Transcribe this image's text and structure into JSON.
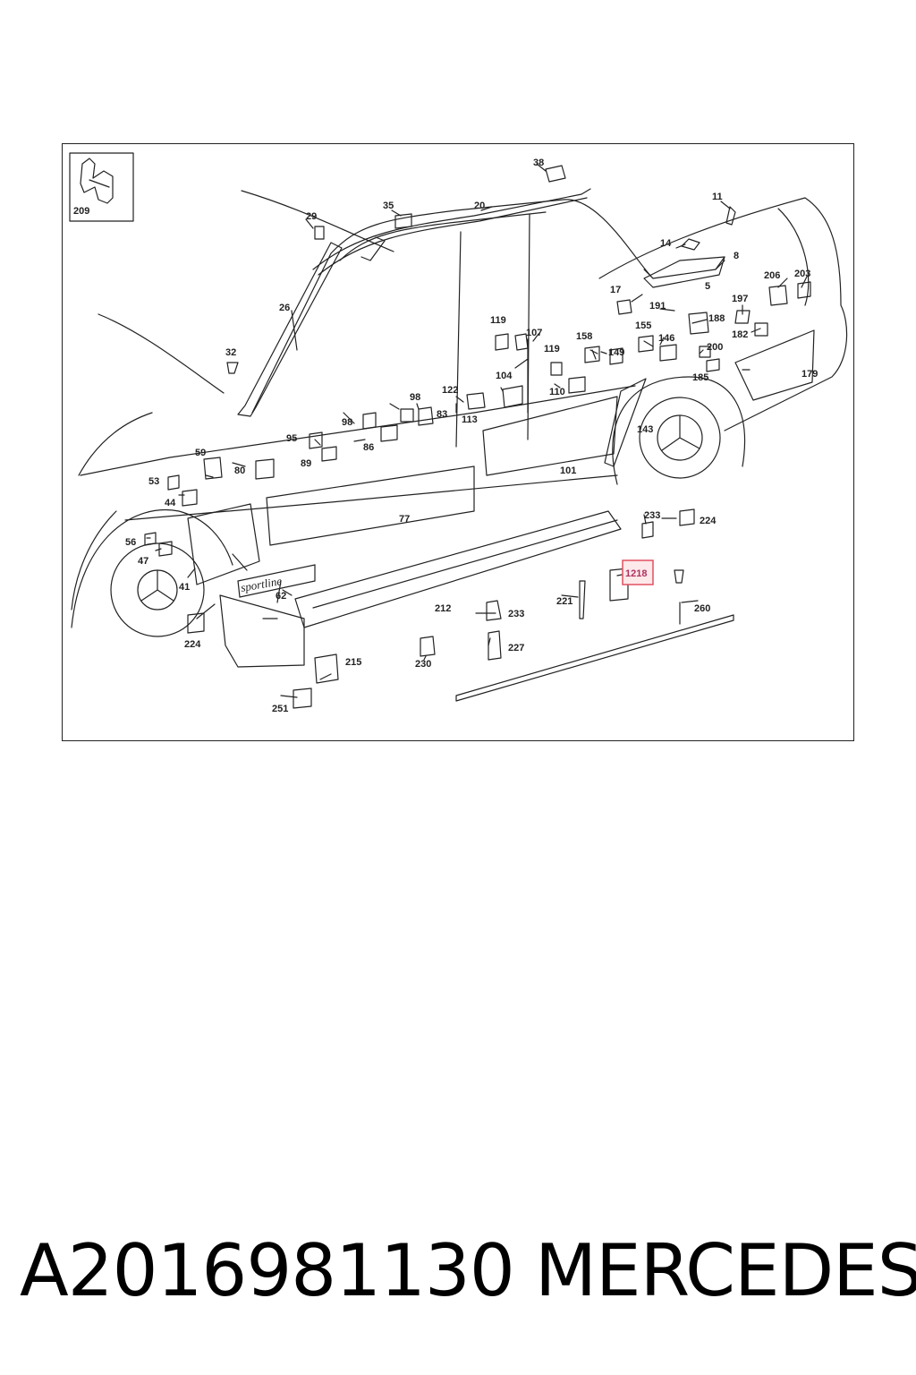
{
  "diagram": {
    "callouts": [
      "209",
      "38",
      "20",
      "35",
      "29",
      "11",
      "14",
      "8",
      "5",
      "26",
      "17",
      "191",
      "188",
      "206",
      "203",
      "197",
      "182",
      "32",
      "119",
      "107",
      "155",
      "146",
      "200",
      "185",
      "158",
      "149",
      "119",
      "110",
      "104",
      "179",
      "98",
      "122",
      "83",
      "113",
      "143",
      "59",
      "98",
      "95",
      "86",
      "89",
      "80",
      "101",
      "53",
      "44",
      "77",
      "233",
      "224",
      "56",
      "47",
      "41",
      "62",
      "212",
      "233",
      "221",
      "1218",
      "260",
      "224",
      "215",
      "230",
      "227",
      "251"
    ],
    "highlighted_callout": "1218",
    "emblem_text": "sportline",
    "colors": {
      "line": "#222222",
      "highlight": "#e05060",
      "highlight_fill": "#fde8ea"
    }
  },
  "caption": {
    "part_number": "A2016981130",
    "brand": "MERCEDES"
  }
}
